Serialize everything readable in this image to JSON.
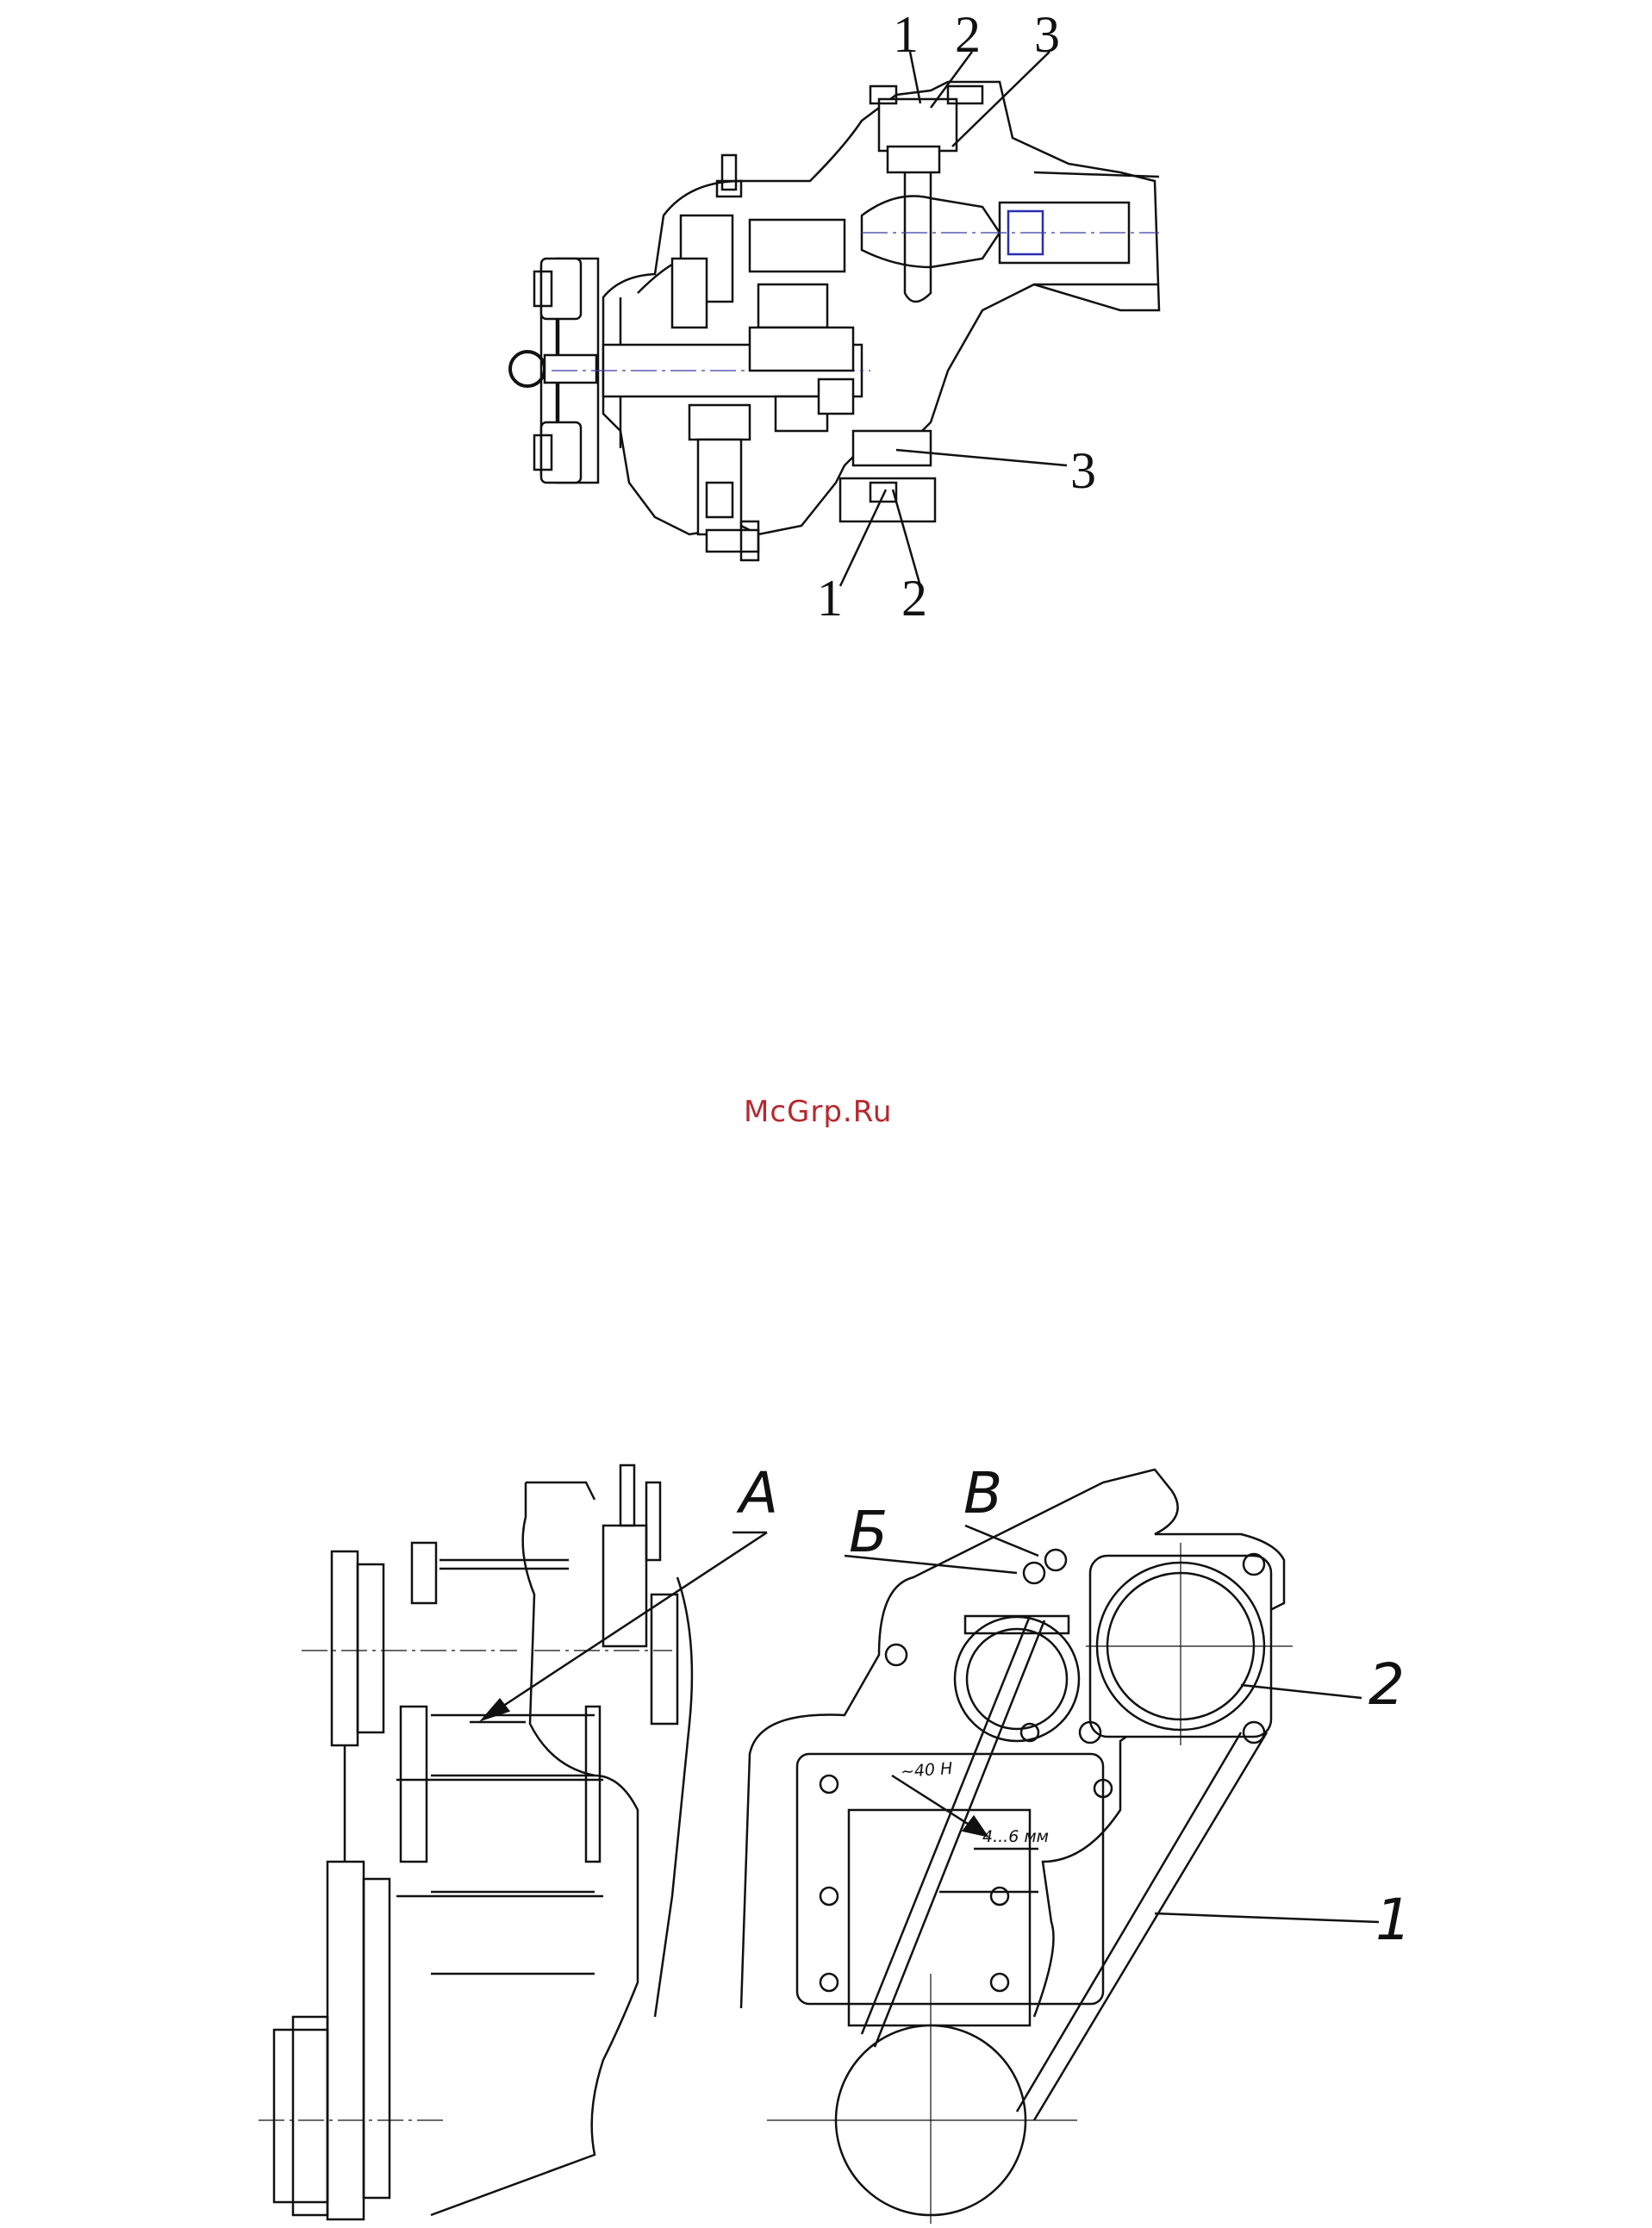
{
  "watermark": {
    "text": "McGrp.Ru",
    "color": "#b7282e"
  },
  "figure_top": {
    "callouts_top": [
      "1",
      "2",
      "3"
    ],
    "callout_right": "3",
    "callouts_bottom": [
      "1",
      "2"
    ]
  },
  "figure_bottom": {
    "label_a": "А",
    "label_b": "Б",
    "label_v": "В",
    "label_1": "1",
    "label_2": "2",
    "force": "~40 Н",
    "deflection": "4...6 мм"
  },
  "colors": {
    "ink": "#111111",
    "center_lines": "#3a3aa8",
    "seal": "#2b2fb0"
  }
}
